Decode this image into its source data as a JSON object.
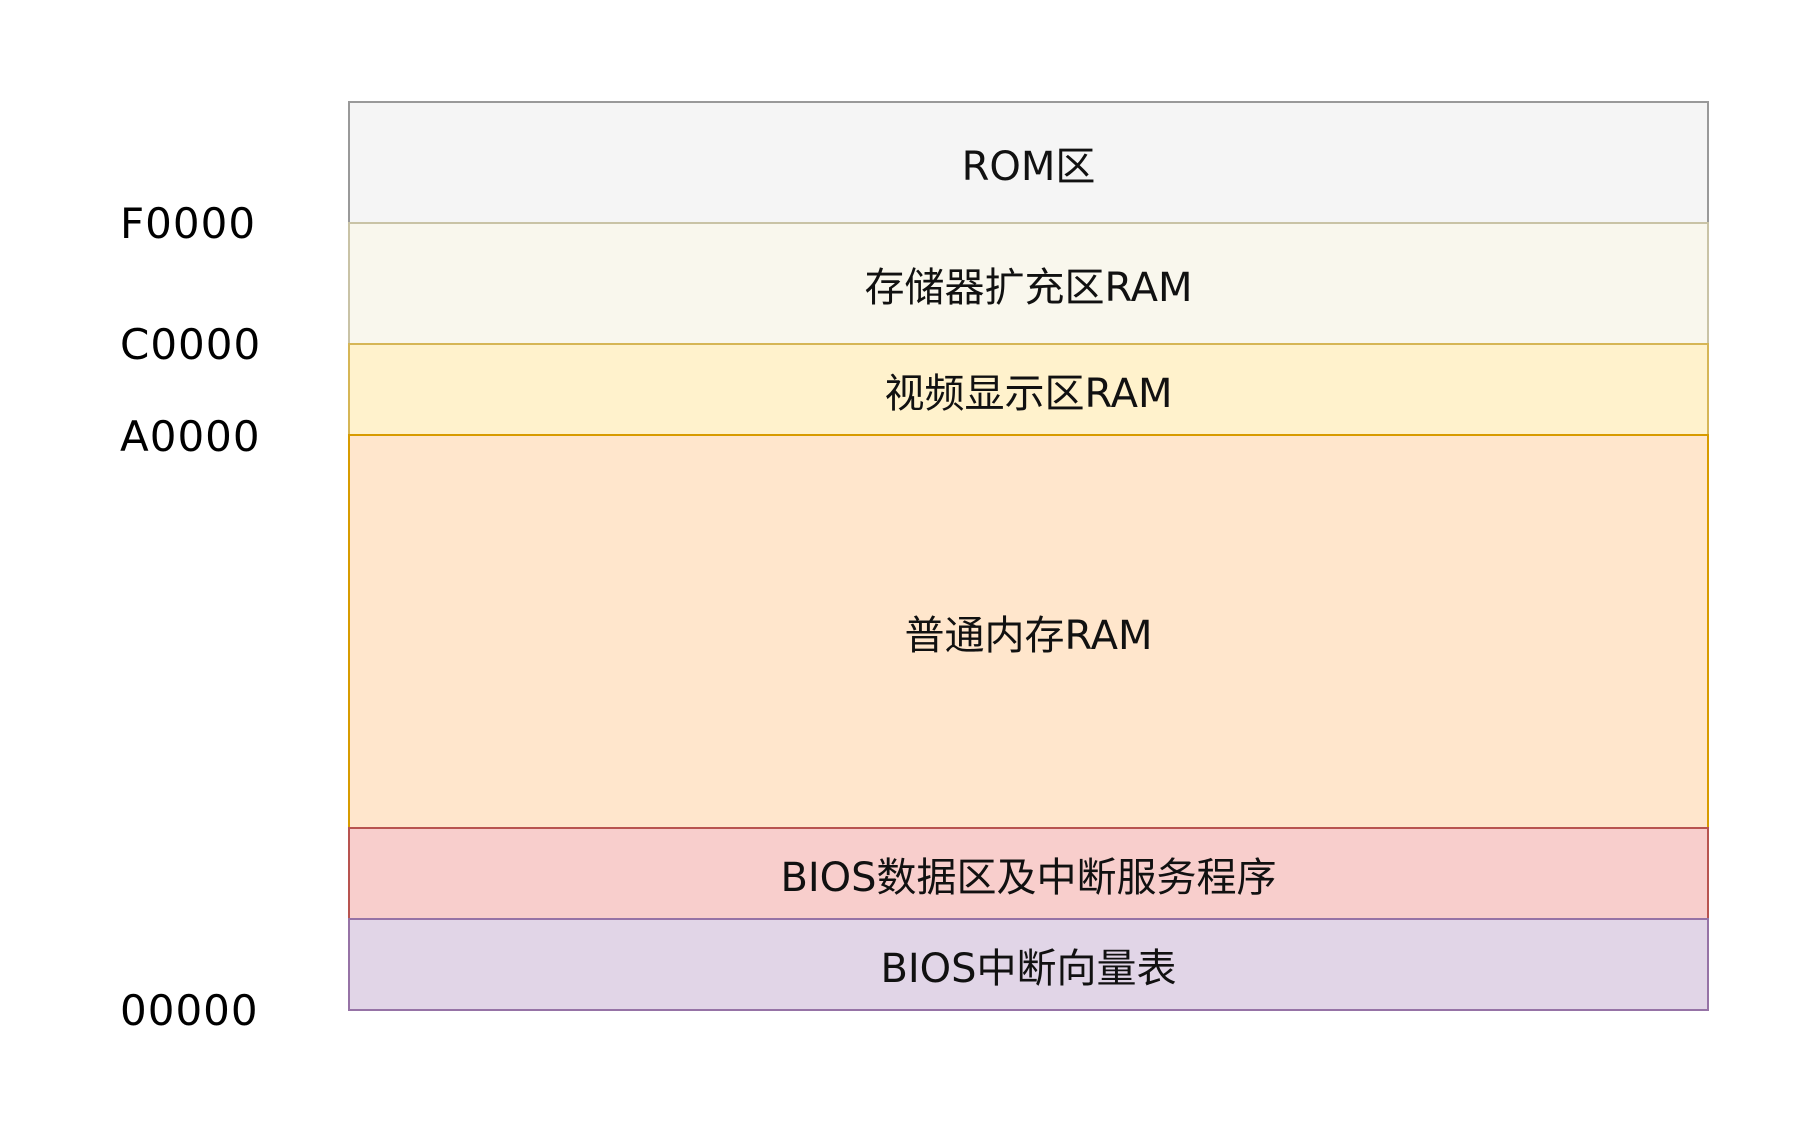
{
  "address_labels": {
    "f0000": "F0000",
    "c0000": "C0000",
    "a0000": "A0000",
    "zero": "00000"
  },
  "regions": {
    "rom": {
      "label": "ROM区",
      "fill": "#f5f5f5",
      "stroke": "#999999"
    },
    "ext": {
      "label": "存储器扩充区RAM",
      "fill": "#f9f7ed",
      "stroke": "#c9c3a6"
    },
    "video": {
      "label": "视频显示区RAM",
      "fill": "#fff2cc",
      "stroke": "#d6b656"
    },
    "normal": {
      "label": "普通内存RAM",
      "fill": "#ffe6cc",
      "stroke": "#d79b00"
    },
    "bios_data": {
      "label": "BIOS数据区及中断服务程序",
      "fill": "#f8cecc",
      "stroke": "#b85450"
    },
    "ivt": {
      "label": "BIOS中断向量表",
      "fill": "#e1d5e7",
      "stroke": "#9673a6"
    }
  }
}
